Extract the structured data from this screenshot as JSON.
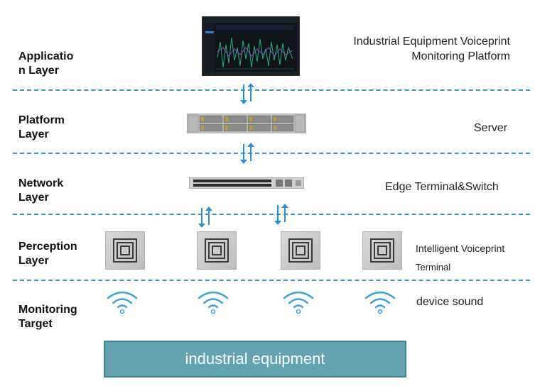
{
  "layers": [
    {
      "label": "Applicatio\nn Layer"
    },
    {
      "label": "Platform\nLayer"
    },
    {
      "label": "Network\nLayer"
    },
    {
      "label": "Perception\nLayer"
    },
    {
      "label": "Monitoring\nTarget"
    }
  ],
  "right_labels": {
    "application": "Industrial Equipment Voiceprint\nMonitoring Platform",
    "platform": "Server",
    "network": "Edge Terminal&Switch",
    "perception_line1": "Intelligent Voiceprint",
    "perception_line2": "Terminal",
    "target": "device sound"
  },
  "ground_label": "industrial equipment",
  "colors": {
    "divider": "#3f95b3",
    "arrow": "#2a8fd6",
    "ground": "#62a4b0",
    "wifi": "#3aa0e0"
  },
  "icons": {
    "application": "monitor-dashboard-icon",
    "platform": "server-rack-icon",
    "network": "network-switch-icon",
    "perception": "voiceprint-terminal-icon",
    "target": "sound-wave-icon",
    "link": "bidirectional-arrow-icon"
  }
}
